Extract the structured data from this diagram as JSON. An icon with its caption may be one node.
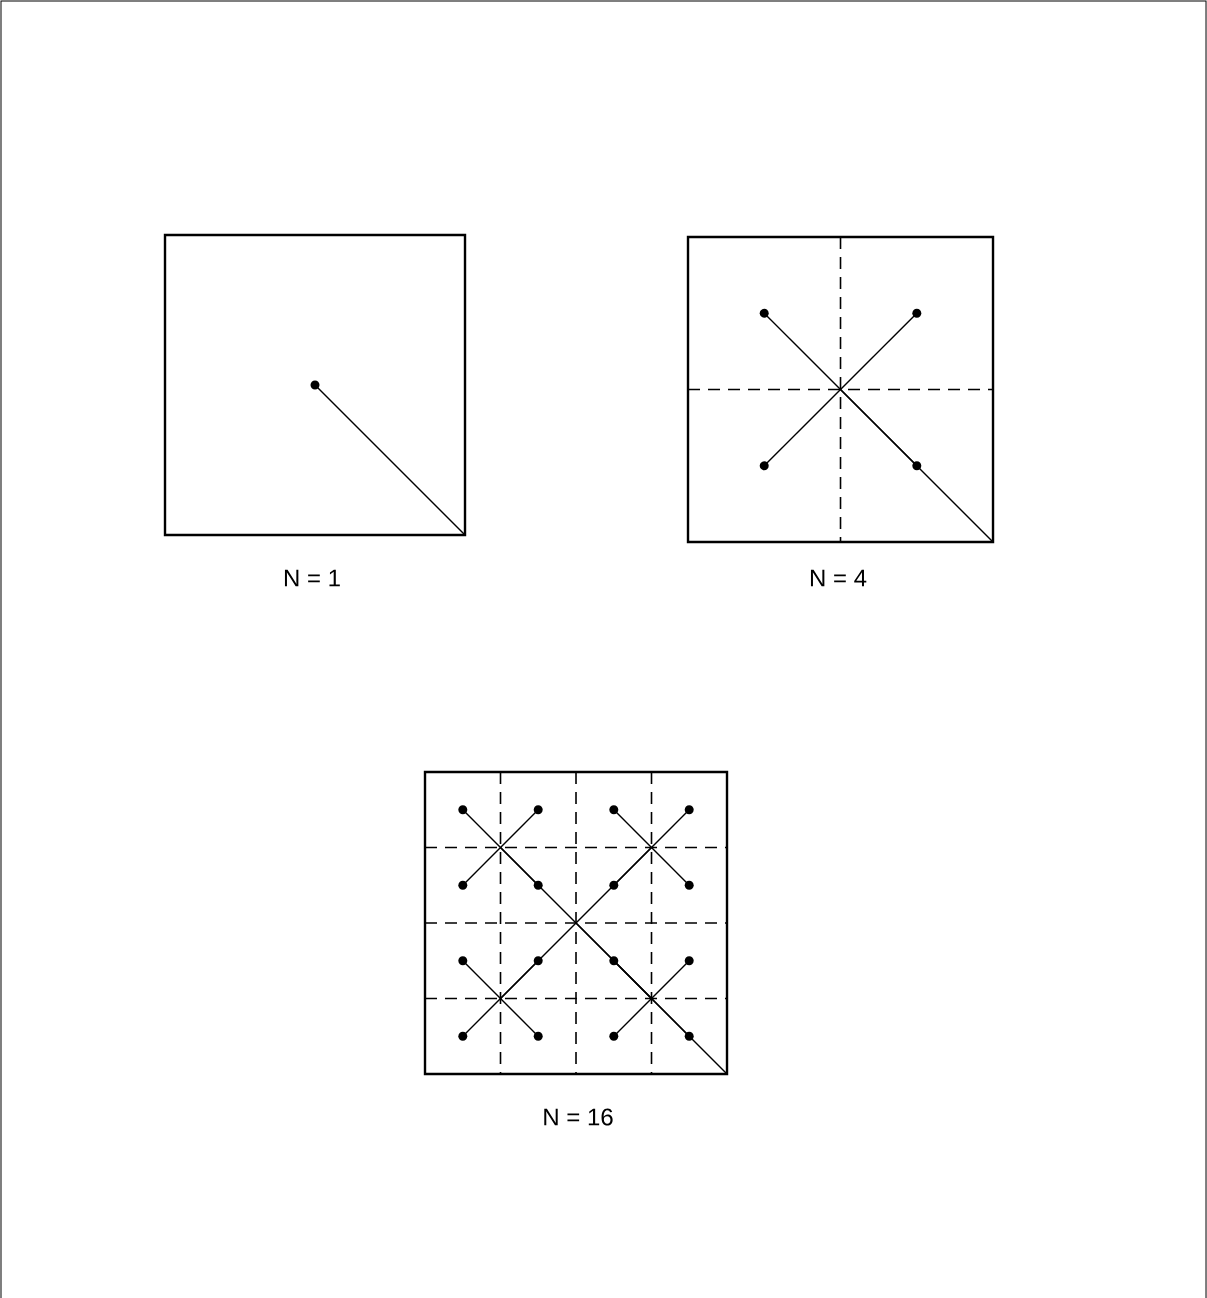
{
  "diagram": {
    "labels": [
      "N = 1",
      "N = 4",
      "N = 16"
    ]
  }
}
